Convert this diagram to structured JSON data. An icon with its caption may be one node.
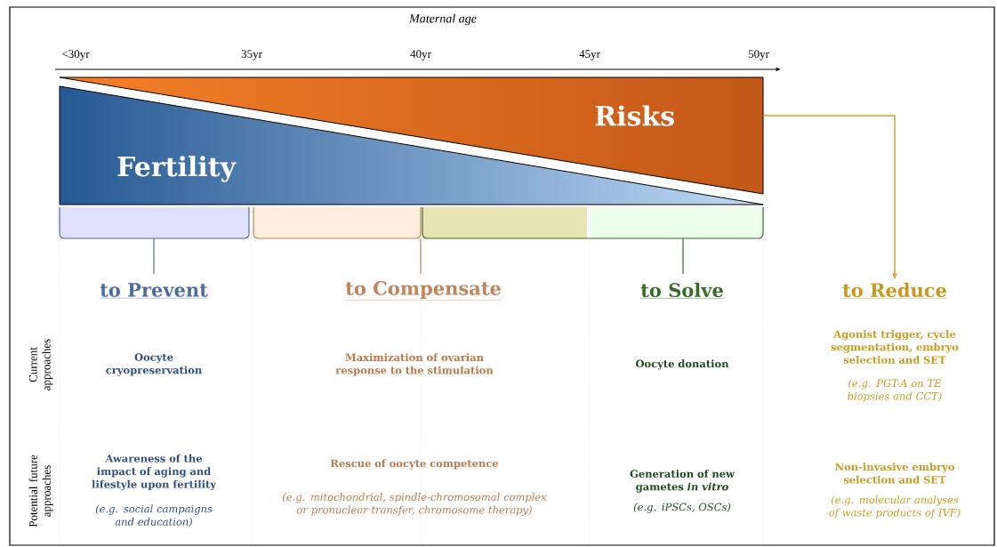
{
  "diagram": {
    "nodes": [
      {
        "text": [
          "Fertility"
        ]
      },
      {
        "text": [
          "Risks"
        ]
      },
      {
        "text": [
          "to Prevent"
        ]
      },
      {
        "text": [
          "to Compensate"
        ]
      },
      {
        "text": [
          "to Solve"
        ]
      },
      {
        "text": [
          "to Reduce"
        ]
      }
    ],
    "edges": [
      {
        "from": 1,
        "to": 5,
        "arrow": "to",
        "color": "#d9a02a"
      }
    ],
    "labels": [
      "Maternal age",
      "<30yr",
      "35yr",
      "40yr",
      "45yr",
      "50yr",
      "Current approaches",
      "Potential future approaches",
      "Oocyte cryopreservation",
      "Maximization of ovarian response to the stimulation",
      "Oocyte donation",
      "Agonist trigger, cycle segmentation, embryo selection and SET",
      "(e.g. PGT-A on TE biopsies and CCT)",
      "Awareness of the impact of aging and lifestyle upon fertility",
      "(e.g. social campaigns and education)",
      "Rescue of oocyte competence",
      "(e.g. mitochondrial, spindle-chromosomal complex or pronuclear transfer, chromosome therapy)",
      "Generation of new gametes *in vitro*",
      "(e.g. iPSCs, OSCs)",
      "Non-invasive embryo selection and SET",
      "(e.g. molecular analyses of waste products of IVF)"
    ]
  }
}
